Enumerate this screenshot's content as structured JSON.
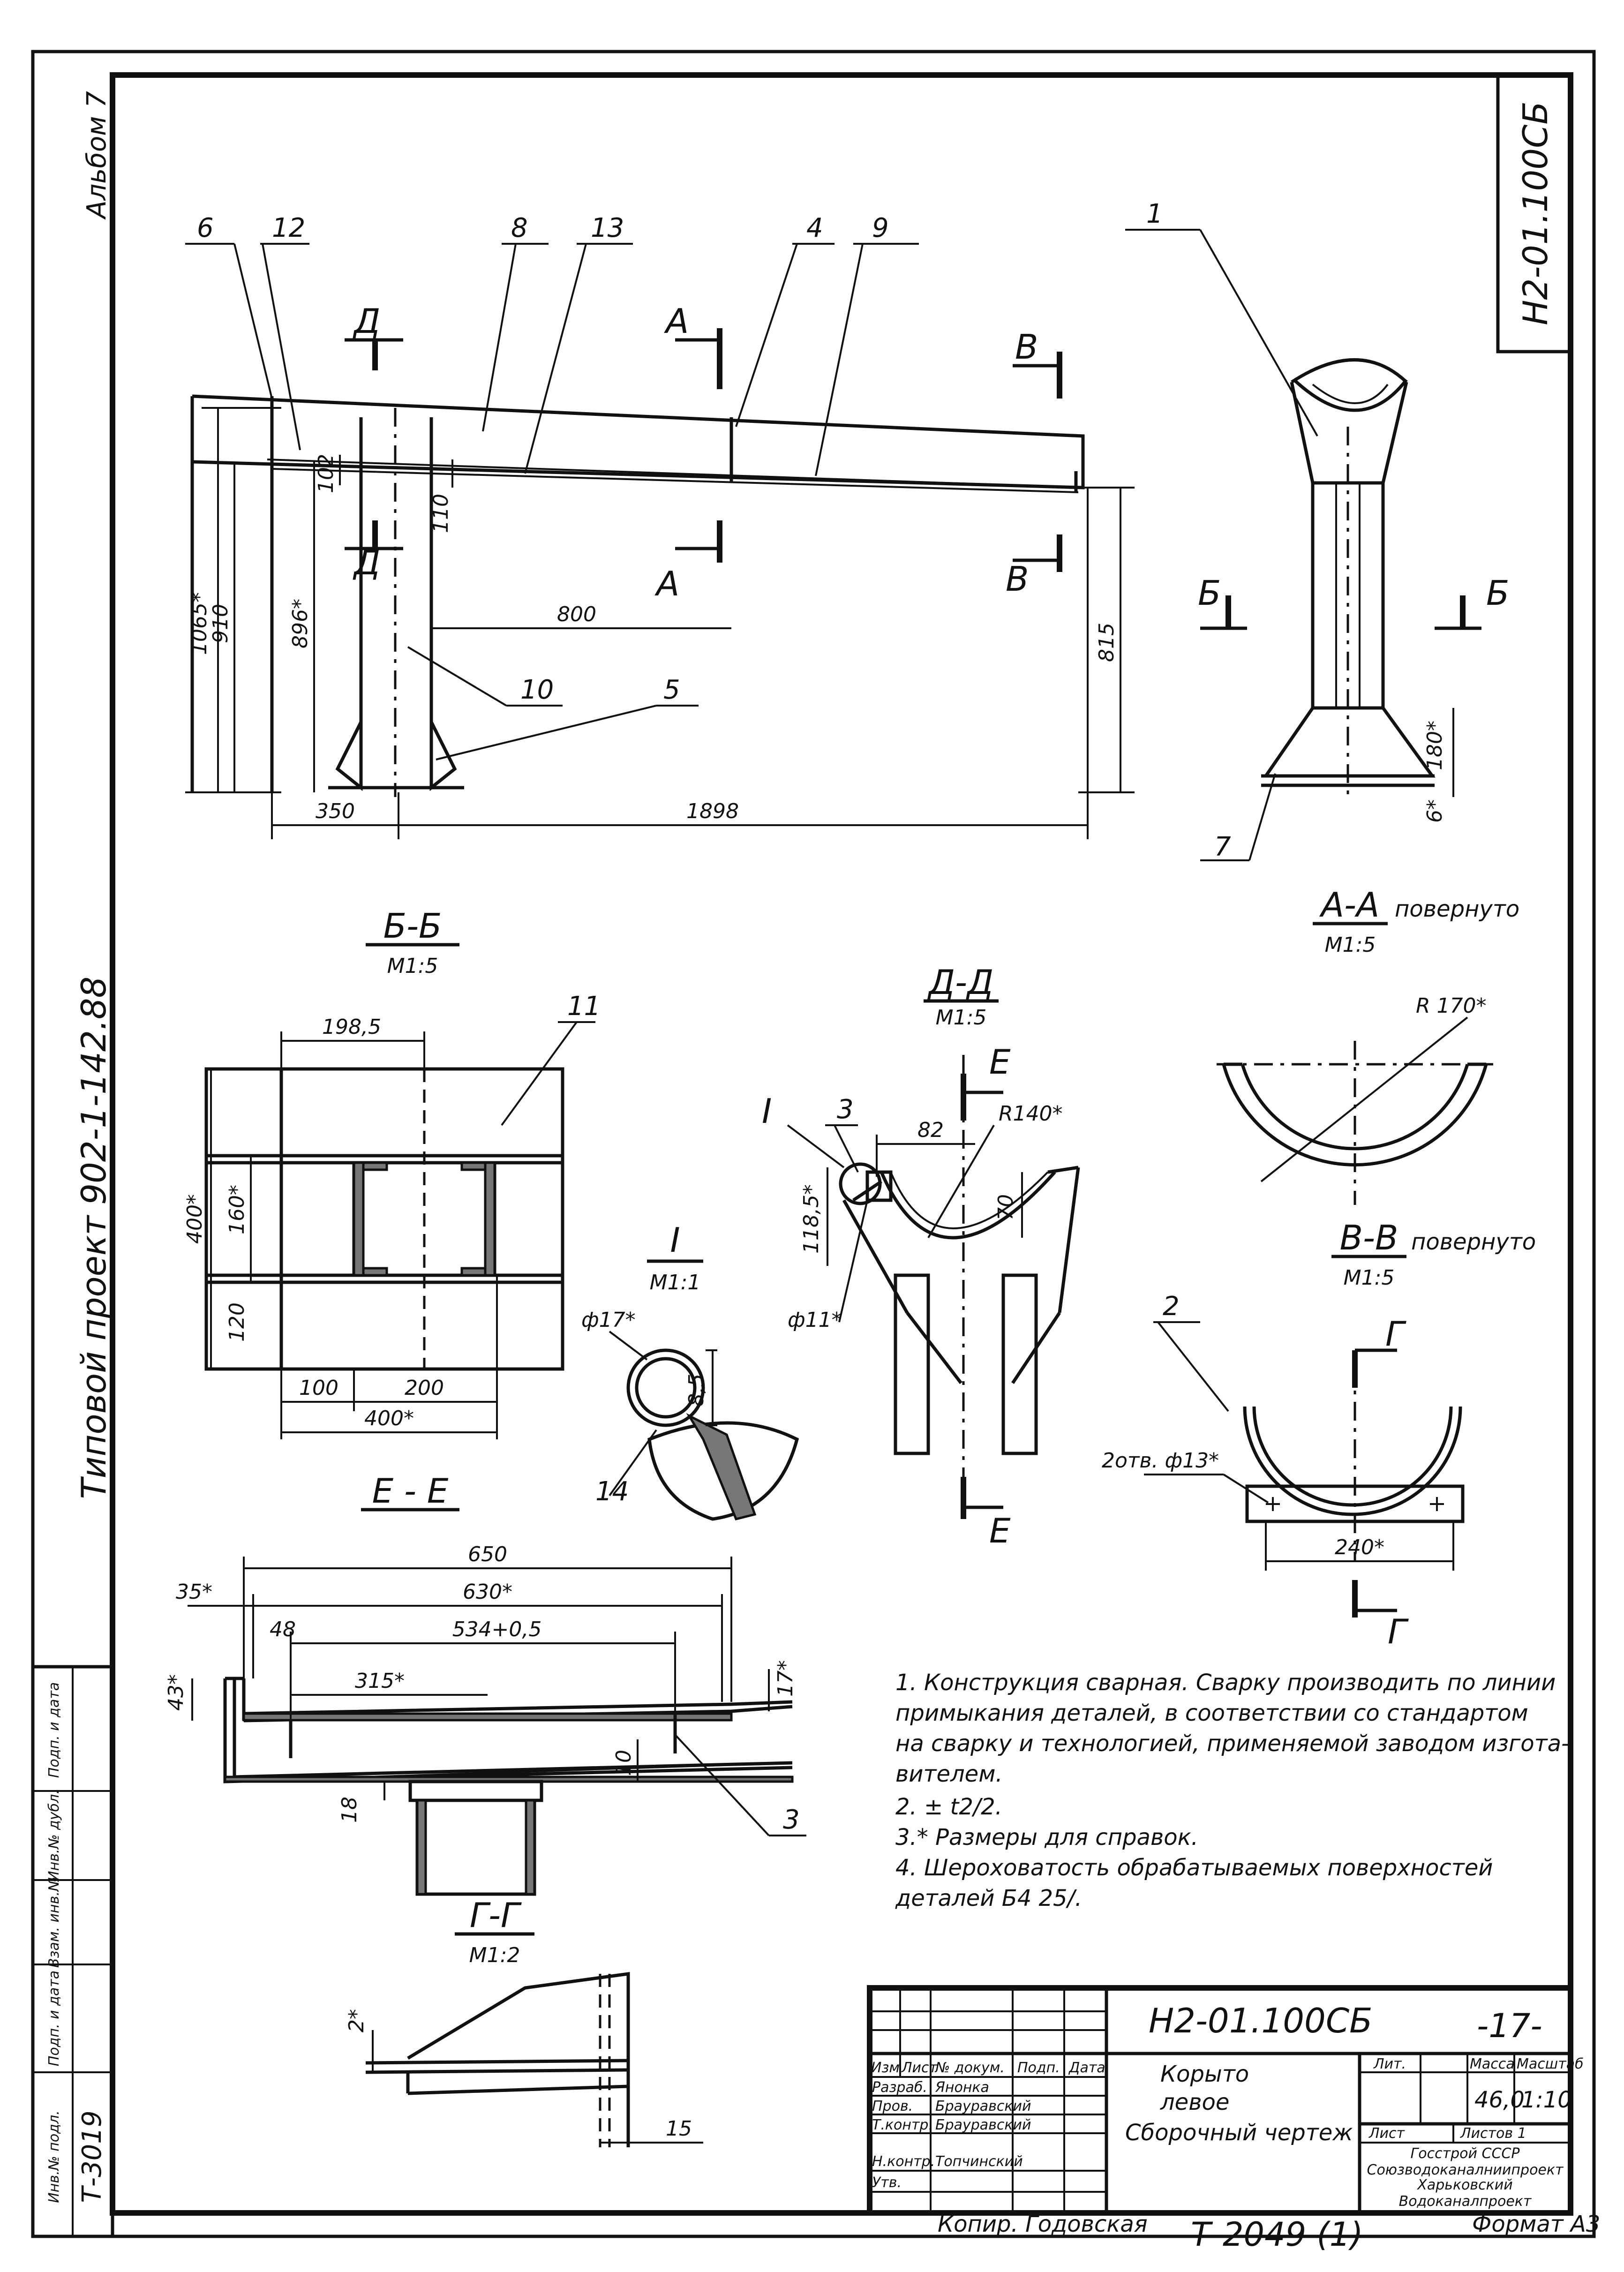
{
  "sheet": {
    "album": "Альбом 7",
    "project_side": "Типовой проект 902-1-142.88",
    "drawing_code_corner": "Н2-01.100СБ",
    "bottom_stamp": "Т-2049 (1)",
    "copy_by": "Копир. Годовская",
    "format": "Формат А3",
    "archive_no": "Т-3019",
    "left_margin_fields": [
      "Инв.№ подл.",
      "Подп. и дата",
      "Взам. инв.№",
      "Инв.№ дубл.",
      "Подп. и дата"
    ]
  },
  "main_view": {
    "positions": [
      "6",
      "12",
      "8",
      "13",
      "4",
      "9",
      "1",
      "10",
      "5",
      "7"
    ],
    "cut_marks": [
      "Д",
      "Д",
      "А",
      "А",
      "В",
      "В",
      "Б",
      "Б"
    ],
    "dims": [
      "1065*",
      "910",
      "896*",
      "102",
      "110",
      "800",
      "815",
      "350",
      "1898",
      "180*",
      "6*"
    ]
  },
  "section_BB": {
    "title": "Б-Б",
    "scale": "М1:5",
    "position": "11",
    "dims": [
      "198,5",
      "400*",
      "160*",
      "120",
      "100",
      "200",
      "400*"
    ]
  },
  "section_DD": {
    "title": "Д-Д",
    "scale": "М1:5",
    "positions": [
      "3"
    ],
    "cut_marks": [
      "Е",
      "Е"
    ],
    "detail_ref": "I",
    "dims": [
      "82",
      "R140*",
      "70",
      "118,5*",
      "ф11*"
    ]
  },
  "detail_I": {
    "title": "I",
    "scale": "М1:1",
    "dims": [
      "ф17*",
      "8,5"
    ],
    "position": "14"
  },
  "section_AA": {
    "title": "А-А",
    "suffix": "повернуто",
    "scale": "М1:5",
    "dims": [
      "R 170*"
    ]
  },
  "section_VV": {
    "title": "В-В",
    "suffix": "повернуто",
    "scale": "М1:5",
    "position": "2",
    "cut_marks": [
      "Г",
      "Г"
    ],
    "dims": [
      "2отв. ф13*",
      "240*"
    ]
  },
  "section_EE": {
    "title": "Е - Е",
    "dims": [
      "650",
      "630*",
      "35*",
      "48",
      "534+0,5",
      "315*",
      "43*",
      "17*",
      "10",
      "18"
    ],
    "position": "3"
  },
  "section_GG": {
    "title": "Г-Г",
    "scale": "М1:2",
    "dims": [
      "2*",
      "15"
    ]
  },
  "notes": [
    "1. Конструкция сварная. Сварку производить по линии",
    "примыкания деталей, в соответствии со стандартом",
    "на сварку и технологией, применяемой заводом изгота-",
    "вителем.",
    "2. ± t2/2.",
    "3.* Размеры для справок.",
    "4. Шероховатость обрабатываемых поверхностей",
    "деталей Б4 25/."
  ],
  "title_block": {
    "code": "Н2-01.100СБ",
    "sheet_big": "-17-",
    "name_1": "Корыто",
    "name_2": "левое",
    "name_3": "Сборочный чертеж",
    "col_headers": [
      "Изм",
      "Лист",
      "№ докум.",
      "Подп.",
      "Дата"
    ],
    "roles": [
      {
        "role": "Разраб.",
        "name": "Янонка"
      },
      {
        "role": "Пров.",
        "name": "Брауравский"
      },
      {
        "role": "Т.контр.",
        "name": "Брауравский"
      },
      {
        "role": "Н.контр.",
        "name": "Топчинский"
      },
      {
        "role": "Утв.",
        "name": ""
      }
    ],
    "lit_label": "Лит.",
    "mass_label": "Масса",
    "scale_label": "Масштаб",
    "mass": "46,0",
    "scale": "1:10",
    "sheet_label": "Лист",
    "sheets_label": "Листов 1",
    "org_1": "Госстрой СССР",
    "org_2": "Союзводоканалниипроект",
    "org_3": "Харьковский",
    "org_4": "Водоканалпроект"
  }
}
